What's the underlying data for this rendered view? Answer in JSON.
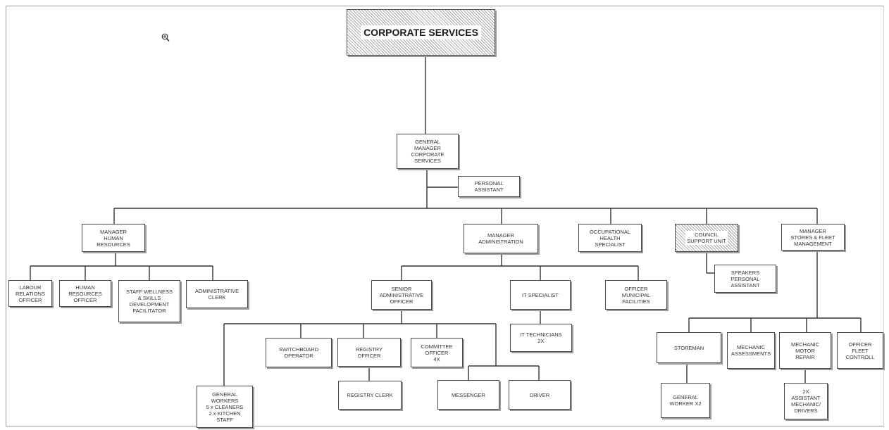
{
  "chart": {
    "title": "CORPORATE SERVICES",
    "gm": "GENERAL\nMANAGER\nCORPORATE\nSERVICES",
    "pa": "PERSONAL\nASSISTANT",
    "mgr_hr": "MANAGER\nHUMAN\nRESOURCES",
    "mgr_admin": "MANAGER\nADMINISTRATION",
    "ohs": "OCCUPATIONAL\nHEALTH\nSPECIALIST",
    "council": "COUNCIL\nSUPPORT UNIT",
    "mgr_stores": "MANAGER\nSTORES & FLEET\nMANAGEMENT",
    "labour": "LABOUR\nRELATIONS\nOFFICER",
    "hr_officer": "HUMAN\nRESOURCES\nOFFICER",
    "wellness": "STAFF WELLNESS\n& SKILLS\nDEVELOPMENT\nFACILITATOR",
    "admin_clerk": "ADMINISTRATIVE\nCLERK",
    "senior_admin": "SENIOR\nADMINISTRATIVE\nOFFICER",
    "it_specialist": "IT SPECIALIST",
    "municipal": "OFFICER\nMUNICIPAL\nFACILITIES",
    "speakers_pa": "SPEAKERS\nPERSONAL\nASSISTANT",
    "it_tech": "IT TECHNICIANS\n2X",
    "general_workers": "GENERAL\nWORKERS\n5 x CLEANERS\n2 x KITCHEN\nSTAFF",
    "switchboard": "SWITCHBOARD\nOPERATOR",
    "registry_officer": "REGISTRY\nOFFICER",
    "committee": "COMMITTEE\nOFFICER\n4X",
    "registry_clerk": "REGISTRY CLERK",
    "messenger": "MESSENGER",
    "driver": "DRIVER",
    "storeman": "STOREMAN",
    "mech_assess": "MECHANIC\nASSESSMENTS",
    "mech_motor": "MECHANIC\nMOTOR\nREPAIR",
    "fleet": "OFFICER\nFLEET\nCONTROLL",
    "gen_worker": "GENERAL\nWORKER  X2",
    "asst_mech": "2X\nASSISTANT\nMECHANIC/\nDRIVERS"
  },
  "icons": {
    "zoom": "zoom-in-icon"
  },
  "colors": {
    "line": "#333333",
    "border": "#4a4a4a",
    "shadow": "#9c9c9c",
    "hatch": "#a8a8a8"
  }
}
